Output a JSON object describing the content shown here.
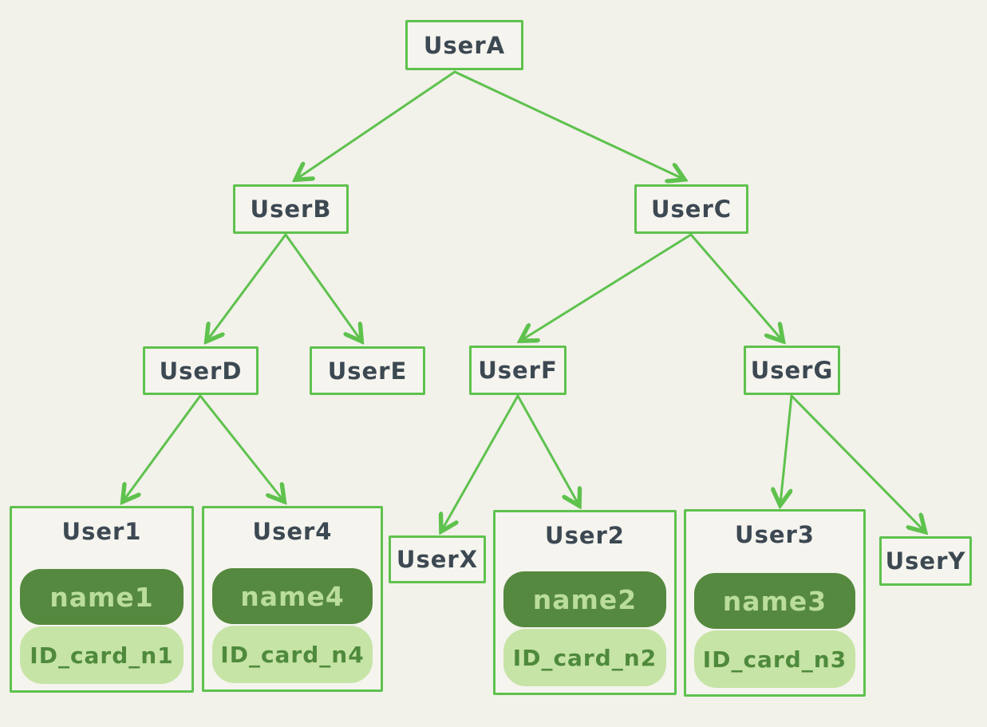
{
  "diagram": {
    "description": "user-hierarchy-tree",
    "colors": {
      "background": "#f2f1ea",
      "line_green": "#5ec24d",
      "node_fill": "#f5f4ee",
      "label_text": "#3c4852",
      "name_badge_bg": "#55893f",
      "name_badge_text": "#badd9b",
      "id_badge_bg": "#c6e4a6",
      "id_badge_text": "#4f8a3c"
    },
    "nodes": {
      "userA": {
        "label": "UserA"
      },
      "userB": {
        "label": "UserB"
      },
      "userC": {
        "label": "UserC"
      },
      "userD": {
        "label": "UserD"
      },
      "userE": {
        "label": "UserE"
      },
      "userF": {
        "label": "UserF"
      },
      "userG": {
        "label": "UserG"
      },
      "userX": {
        "label": "UserX"
      },
      "userY": {
        "label": "UserY"
      }
    },
    "cards": {
      "user1": {
        "title": "User1",
        "name_badge": "name1",
        "id_badge": "ID_card_n1"
      },
      "user4": {
        "title": "User4",
        "name_badge": "name4",
        "id_badge": "ID_card_n4"
      },
      "user2": {
        "title": "User2",
        "name_badge": "name2",
        "id_badge": "ID_card_n2"
      },
      "user3": {
        "title": "User3",
        "name_badge": "name3",
        "id_badge": "ID_card_n3"
      }
    },
    "edges": [
      {
        "from": "UserA",
        "to": "UserB"
      },
      {
        "from": "UserA",
        "to": "UserC"
      },
      {
        "from": "UserB",
        "to": "UserD"
      },
      {
        "from": "UserB",
        "to": "UserE"
      },
      {
        "from": "UserC",
        "to": "UserF"
      },
      {
        "from": "UserC",
        "to": "UserG"
      },
      {
        "from": "UserD",
        "to": "User1"
      },
      {
        "from": "UserD",
        "to": "User4"
      },
      {
        "from": "UserF",
        "to": "UserX"
      },
      {
        "from": "UserF",
        "to": "User2"
      },
      {
        "from": "UserG",
        "to": "User3"
      },
      {
        "from": "UserG",
        "to": "UserY"
      }
    ]
  }
}
